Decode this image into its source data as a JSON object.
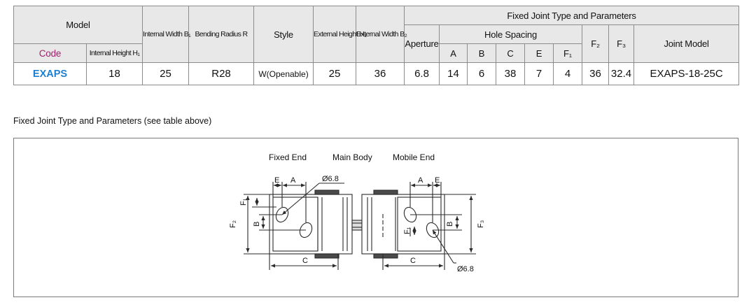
{
  "table": {
    "headers": {
      "model": "Model",
      "code": "Code",
      "internal_height": "Internal Height H₁",
      "internal_width": "Internal Width B₁",
      "bending_radius": "Bending Radius R",
      "style": "Style",
      "external_height": "External Height H₂",
      "external_width": "External Width B₂",
      "fixed_joint_group": "Fixed Joint Type and Parameters",
      "aperture": "Aperture",
      "hole_spacing": "Hole Spacing",
      "a": "A",
      "b": "B",
      "c": "C",
      "e": "E",
      "f1": "F₁",
      "f2": "F₂",
      "f3": "F₃",
      "joint_model": "Joint Model"
    },
    "row": {
      "code": "EXAPS",
      "internal_height": "18",
      "internal_width": "25",
      "bending_radius": "R28",
      "style": "W(Openable)",
      "external_height": "25",
      "external_width": "36",
      "aperture": "6.8",
      "a": "14",
      "b": "6",
      "c": "38",
      "e": "7",
      "f1": "4",
      "f2": "36",
      "f3": "32.4",
      "joint_model": "EXAPS-18-25C"
    }
  },
  "section_title": "Fixed Joint Type and Parameters (see table above)",
  "diagram": {
    "labels": {
      "fixed_end": "Fixed End",
      "main_body": "Main Body",
      "mobile_end": "Mobile End"
    },
    "dims": {
      "e": "E",
      "a": "A",
      "b": "B",
      "c": "C",
      "f1": "F₁",
      "f2": "F₂",
      "f3": "F₃",
      "hole": "Ø6.8"
    },
    "colors": {
      "line": "#2a2a2a",
      "box_border": "#7a7a7a",
      "header_bg": "#e8e8e8",
      "code_color": "#a0206c",
      "brand_color": "#1e7fd0"
    }
  }
}
